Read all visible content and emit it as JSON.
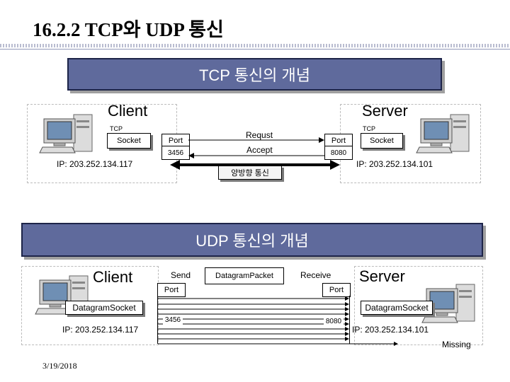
{
  "title": "16.2.2 TCP와 UDP 통신",
  "tcp": {
    "banner": "TCP 통신의 개념",
    "client": {
      "heading": "Client",
      "protocol": "TCP",
      "socket": "Socket",
      "port_label": "Port",
      "port_number": "3456",
      "ip": "IP: 203.252.134.117"
    },
    "server": {
      "heading": "Server",
      "protocol": "TCP",
      "socket": "Socket",
      "port_label": "Port",
      "port_number": "8080",
      "ip": "IP: 203.252.134.101"
    },
    "request_label": "Requst",
    "accept_label": "Accept",
    "bidirectional_label": "양방향 통신"
  },
  "udp": {
    "banner": "UDP 통신의 개념",
    "client": {
      "heading": "Client",
      "socket": "DatagramSocket",
      "port_label": "Port",
      "port_number": "3456",
      "ip": "IP: 203.252.134.117"
    },
    "server": {
      "heading": "Server",
      "socket": "DatagramSocket",
      "port_label": "Port",
      "port_number": "8080",
      "ip": "IP: 203.252.134.101"
    },
    "send_label": "Send",
    "packet_label": "DatagramPacket",
    "receive_label": "Receive",
    "missing_label": "Missing"
  },
  "date": "3/19/2018",
  "colors": {
    "banner": "#5f6a9c",
    "banner_border": "#1d2448",
    "computer_body": "#dcdcdc",
    "screen": "#6f8fb4"
  }
}
